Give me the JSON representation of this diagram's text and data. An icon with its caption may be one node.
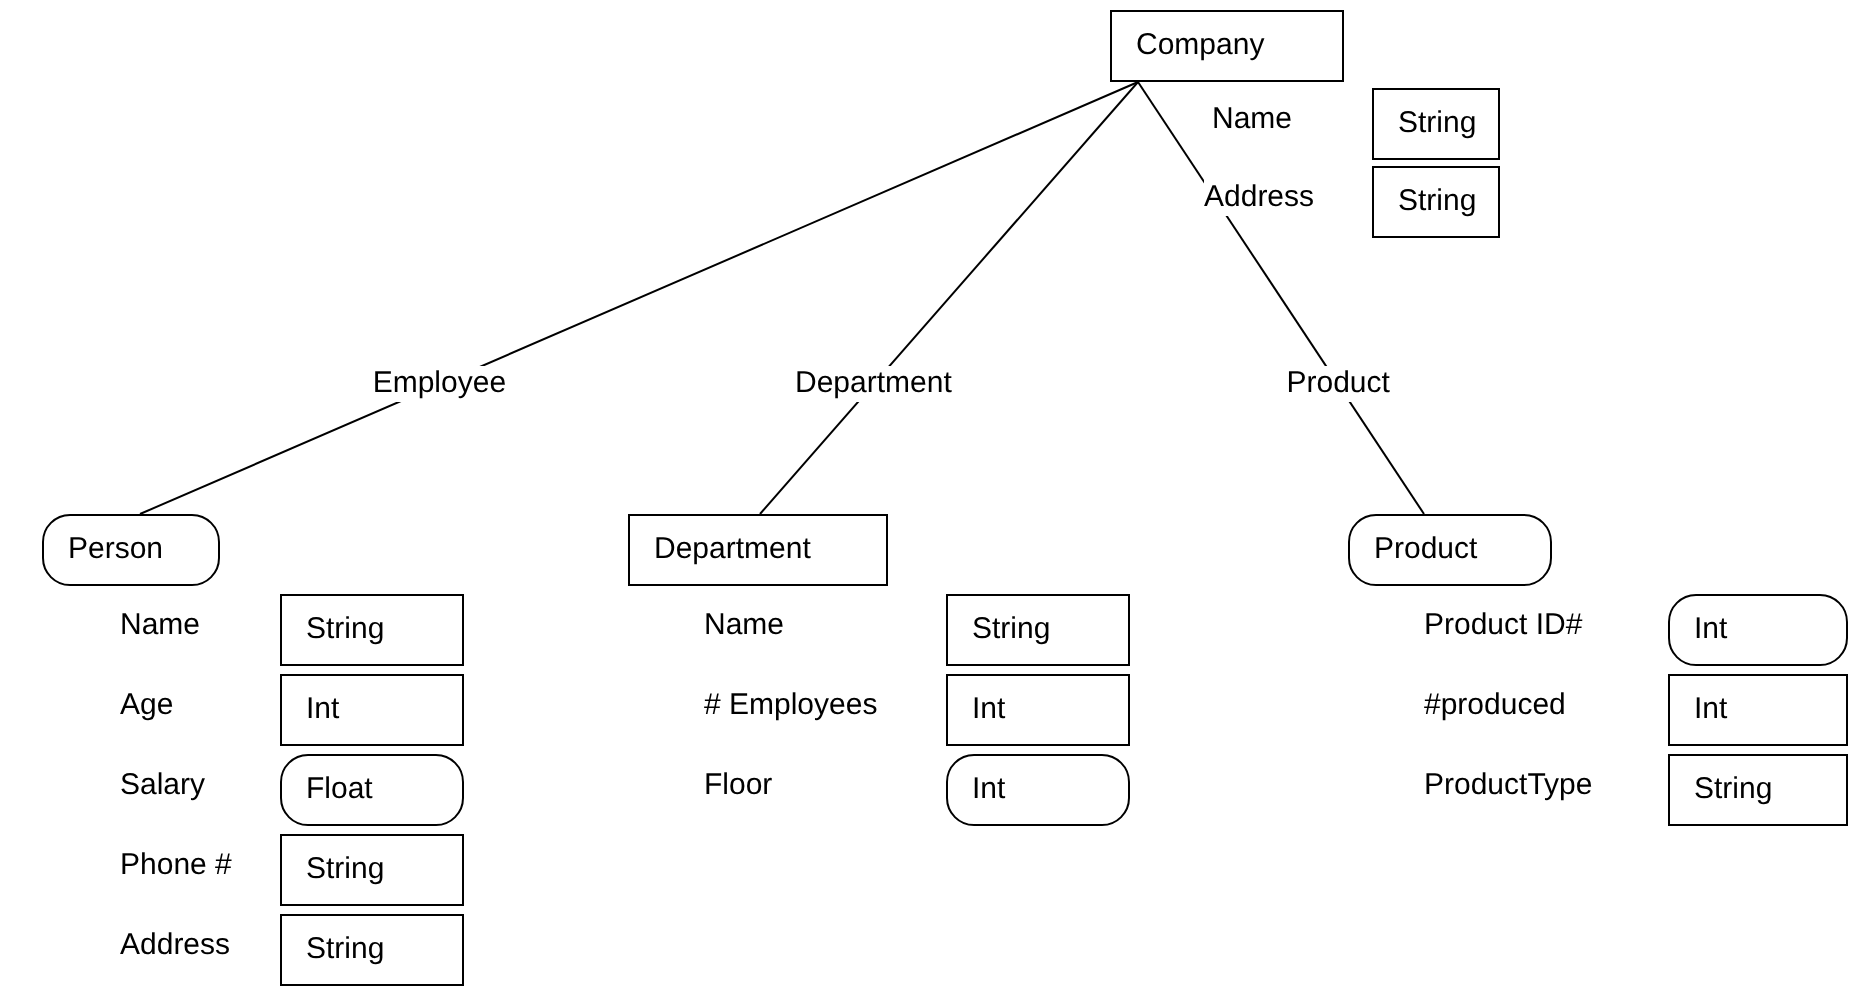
{
  "diagram": {
    "nodes": [
      {
        "text": [
          "Company"
        ]
      },
      {
        "text": [
          "String"
        ]
      },
      {
        "text": [
          "String"
        ]
      },
      {
        "text": [
          "Person"
        ]
      },
      {
        "text": [
          "String"
        ]
      },
      {
        "text": [
          "Int"
        ]
      },
      {
        "text": [
          "Float"
        ]
      },
      {
        "text": [
          "String"
        ]
      },
      {
        "text": [
          "String"
        ]
      },
      {
        "text": [
          "Department"
        ]
      },
      {
        "text": [
          "String"
        ]
      },
      {
        "text": [
          "Int"
        ]
      },
      {
        "text": [
          "Int"
        ]
      },
      {
        "text": [
          "Product"
        ]
      },
      {
        "text": [
          "Int"
        ]
      },
      {
        "text": [
          "Int"
        ]
      },
      {
        "text": [
          "String"
        ]
      }
    ],
    "edges": [
      {
        "from": 0,
        "to": 3,
        "arrow": "none",
        "label": "Employee"
      },
      {
        "from": 0,
        "to": 9,
        "arrow": "none",
        "label": "Department"
      },
      {
        "from": 0,
        "to": 13,
        "arrow": "none",
        "label": "Product"
      }
    ],
    "labels": [
      "Name",
      "Address",
      "Name",
      "Age",
      "Salary",
      "Phone #",
      "Address",
      "Name",
      "# Employees",
      "Floor",
      "Product ID#",
      "#produced",
      "ProductType"
    ]
  }
}
